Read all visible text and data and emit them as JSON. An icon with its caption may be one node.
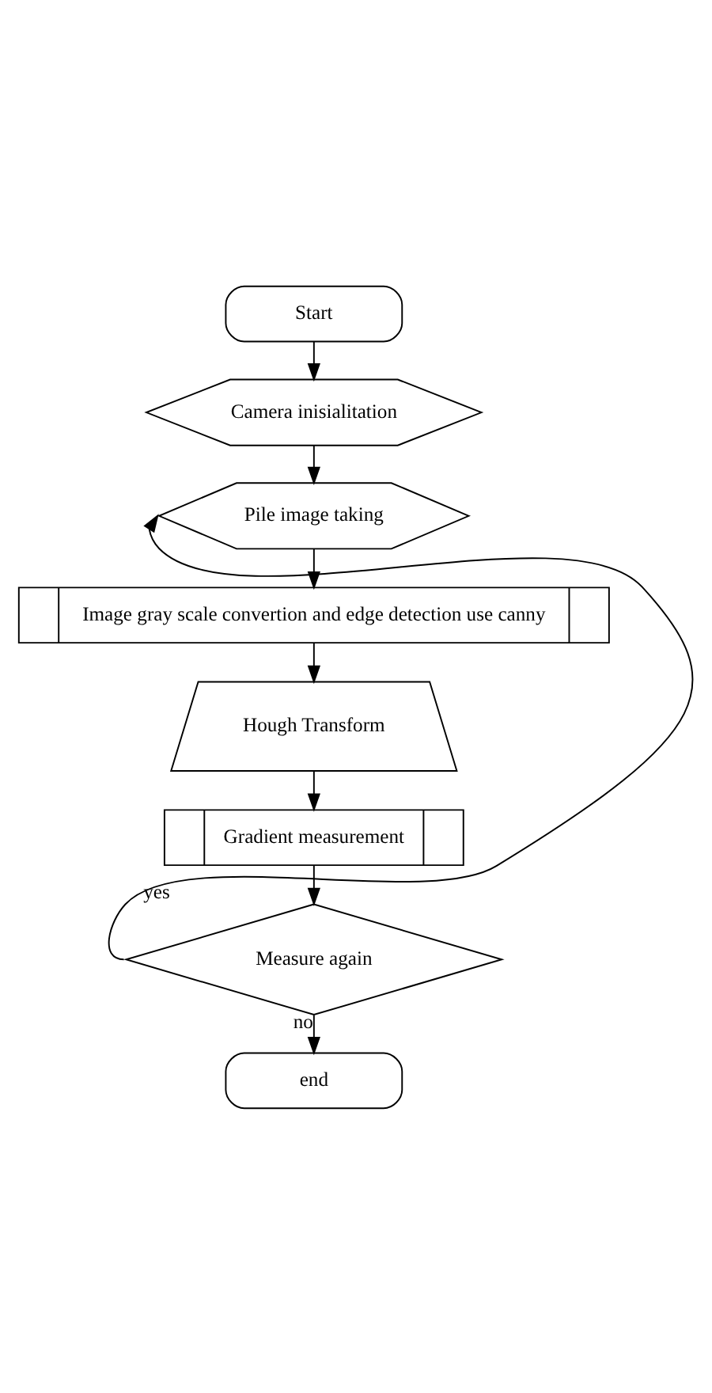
{
  "diagram": {
    "nodes": [
      {
        "text": [
          "Start"
        ]
      },
      {
        "text": [
          "Camera inisialitation"
        ]
      },
      {
        "text": [
          "Pile image taking"
        ]
      },
      {
        "text": [
          "Image gray scale convertion and edge detection use canny"
        ]
      },
      {
        "text": [
          "Hough Transform"
        ]
      },
      {
        "text": [
          "Gradient measurement"
        ]
      },
      {
        "text": [
          "Measure again"
        ]
      },
      {
        "text": [
          "end"
        ]
      }
    ],
    "edges": [
      {
        "from": 0,
        "to": 1,
        "arrow": "to"
      },
      {
        "from": 1,
        "to": 2,
        "arrow": "to"
      },
      {
        "from": 2,
        "to": 3,
        "arrow": "to"
      },
      {
        "from": 3,
        "to": 4,
        "arrow": "to"
      },
      {
        "from": 4,
        "to": 5,
        "arrow": "to"
      },
      {
        "from": 5,
        "to": 6,
        "arrow": "to"
      },
      {
        "from": 6,
        "to": 2,
        "arrow": "to",
        "label": "yes"
      },
      {
        "from": 6,
        "to": 7,
        "arrow": "to",
        "label": "no"
      }
    ]
  }
}
